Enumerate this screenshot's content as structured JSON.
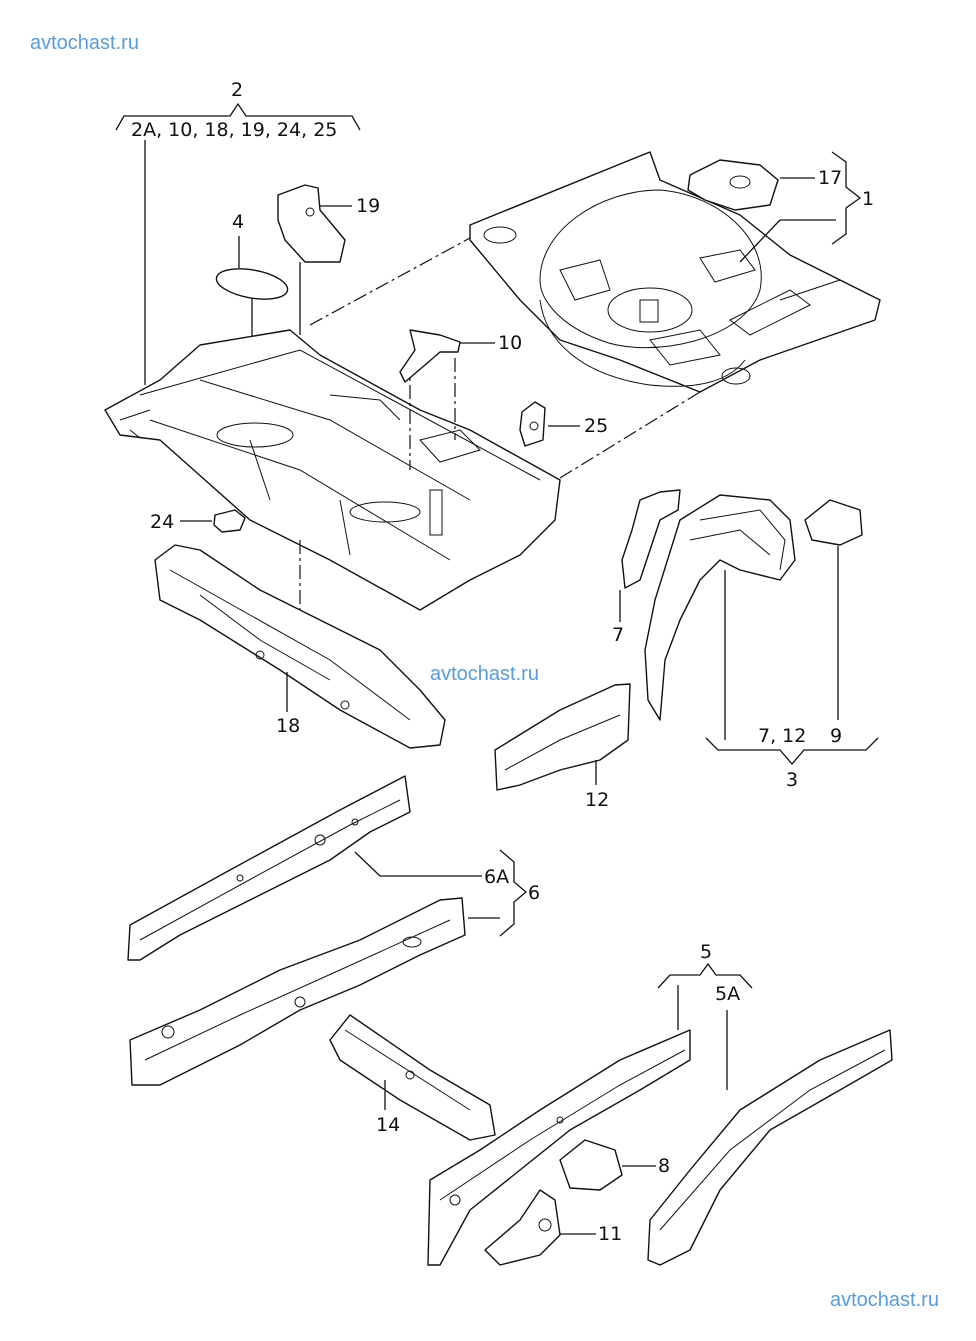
{
  "watermarks": {
    "top_left": "avtochast.ru",
    "center": "avtochast.ru",
    "bottom_right": "avtochast.ru",
    "color": "#5b9bd5"
  },
  "labels": {
    "group2_title": "2",
    "group2_items": "2A, 10, 18, 19, 24, 25",
    "l1": "1",
    "l17": "17",
    "l19": "19",
    "l4": "4",
    "l10": "10",
    "l25": "25",
    "l24": "24",
    "l18": "18",
    "l7": "7",
    "l9": "9",
    "group3_items": "7, 12",
    "group3_item9": "9",
    "group3_title": "3",
    "l12": "12",
    "l6A": "6A",
    "l6": "6",
    "group5_title": "5",
    "group5_item": "5A",
    "l14": "14",
    "l8": "8",
    "l11": "11"
  }
}
